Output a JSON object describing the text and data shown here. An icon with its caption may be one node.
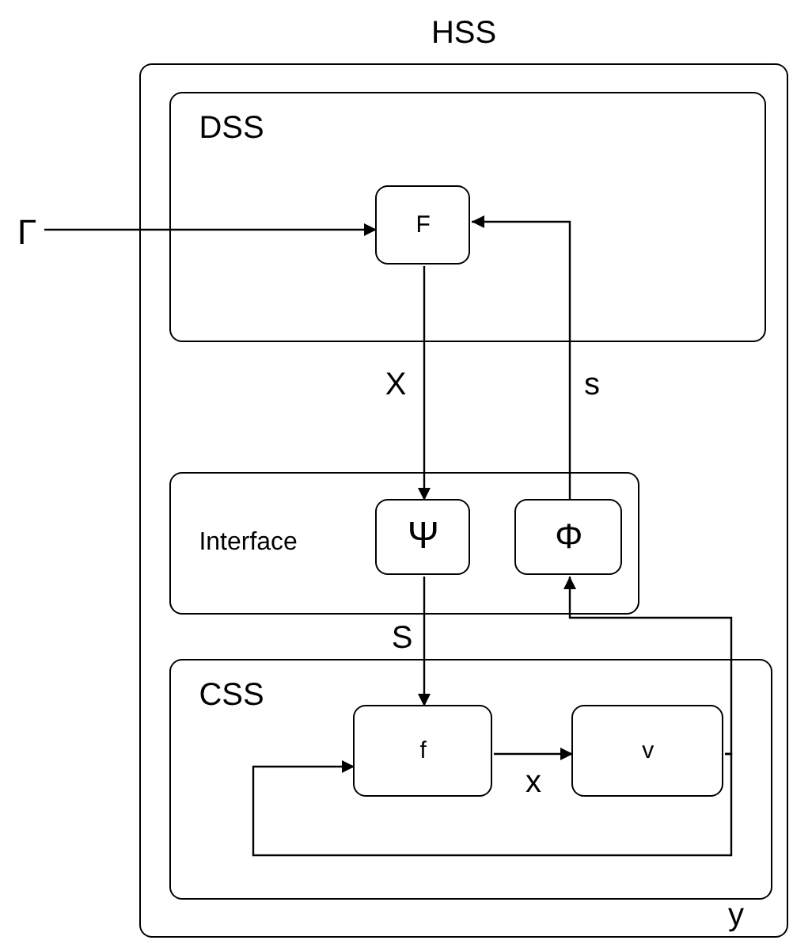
{
  "diagram": {
    "nodes": [
      {
        "text": [
          "HSS"
        ]
      },
      {
        "text": [
          "DSS"
        ],
        "in": 0
      },
      {
        "text": [
          "F"
        ],
        "in": 1
      },
      {
        "text": [
          "Interface"
        ],
        "in": 0
      },
      {
        "text": [
          "Ψ"
        ],
        "in": 3
      },
      {
        "text": [
          "Φ"
        ],
        "in": 3
      },
      {
        "text": [
          "CSS"
        ],
        "in": 0
      },
      {
        "text": [
          "f"
        ],
        "in": 6
      },
      {
        "text": [
          "v"
        ],
        "in": 6
      },
      {
        "text": [
          "Γ"
        ]
      }
    ],
    "edges": [
      {
        "from": 9,
        "to": 2,
        "arrow": "to"
      },
      {
        "from": 2,
        "to": 4,
        "label": "X",
        "arrow": "to"
      },
      {
        "from": 5,
        "to": 2,
        "label": "s",
        "arrow": "to"
      },
      {
        "from": 4,
        "to": 7,
        "label": "S",
        "arrow": "to"
      },
      {
        "from": 7,
        "to": 8,
        "label": "x",
        "arrow": "to"
      },
      {
        "from": 8,
        "to": 7,
        "label": "y",
        "arrow": "to"
      },
      {
        "from": 8,
        "to": 5,
        "arrow": "to"
      }
    ]
  }
}
